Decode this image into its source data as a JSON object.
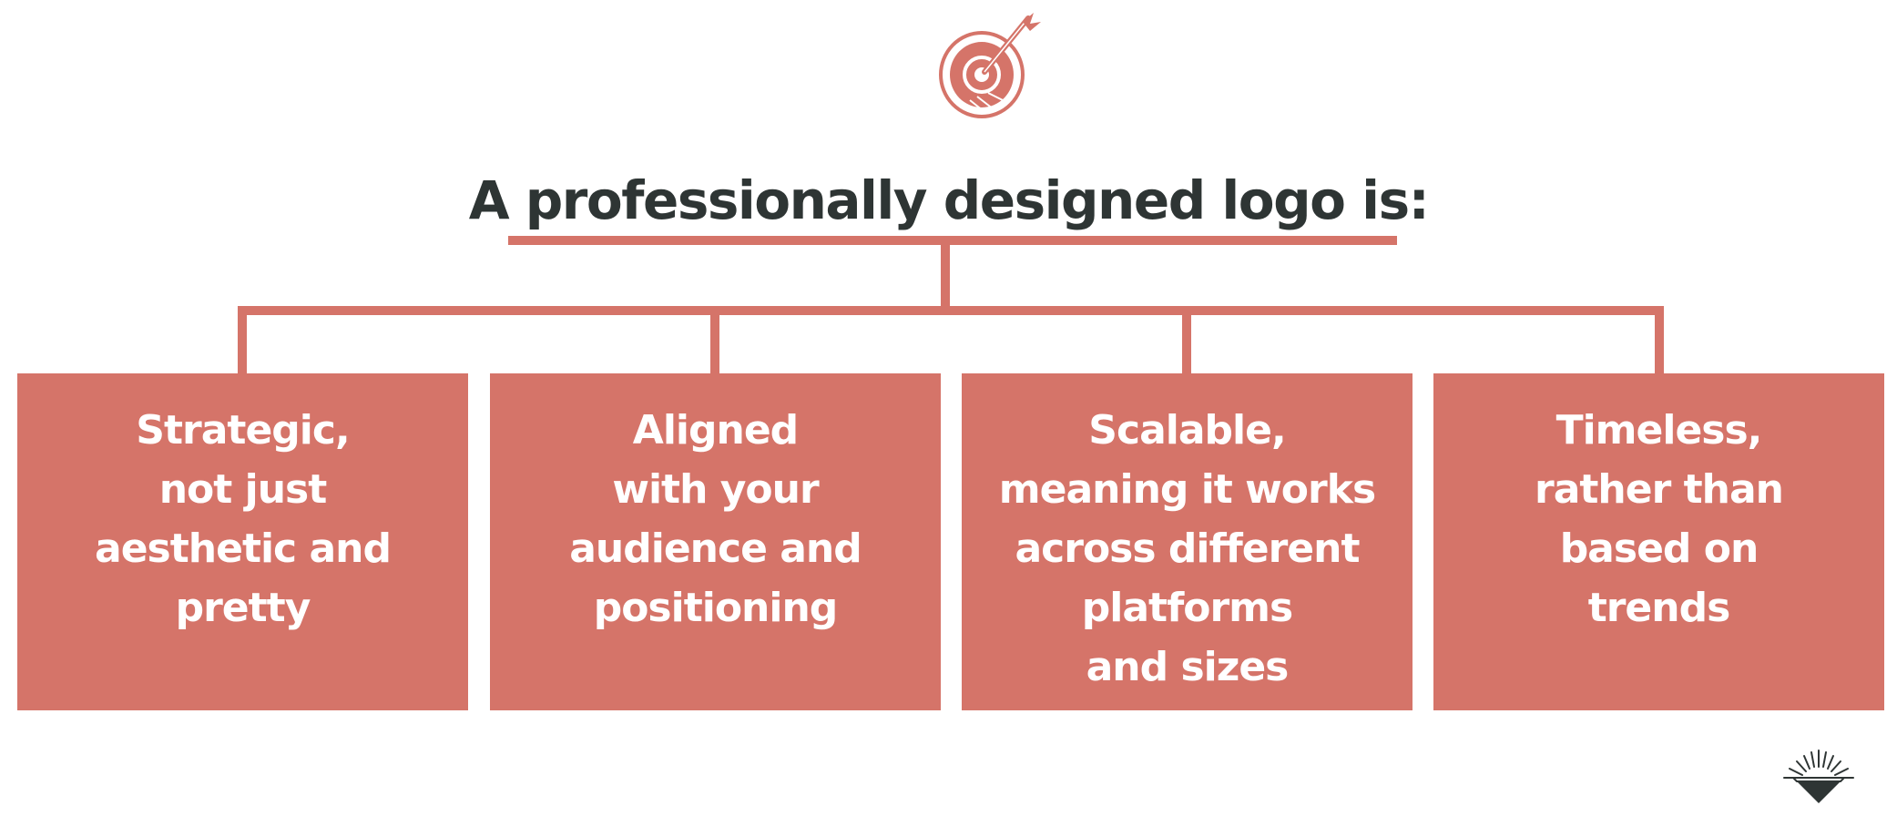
{
  "title": "A professionally designed logo is:",
  "items": [
    {
      "text": "Strategic,\nnot just\naesthetic and\npretty"
    },
    {
      "text": "Aligned\nwith your\naudience and\npositioning"
    },
    {
      "text": "Scalable,\nmeaning it works\nacross different\nplatforms\nand sizes"
    },
    {
      "text": "Timeless,\nrather than\nbased on\ntrends"
    }
  ],
  "icons": {
    "top": "target-with-arrow-icon",
    "bottom_right": "sunrise-diamond-logo-icon"
  },
  "colors": {
    "accent": "#d57469",
    "title_text": "#2e3534",
    "box_text": "#ffffff",
    "background": "#ffffff",
    "logo_dark": "#2e3534"
  }
}
